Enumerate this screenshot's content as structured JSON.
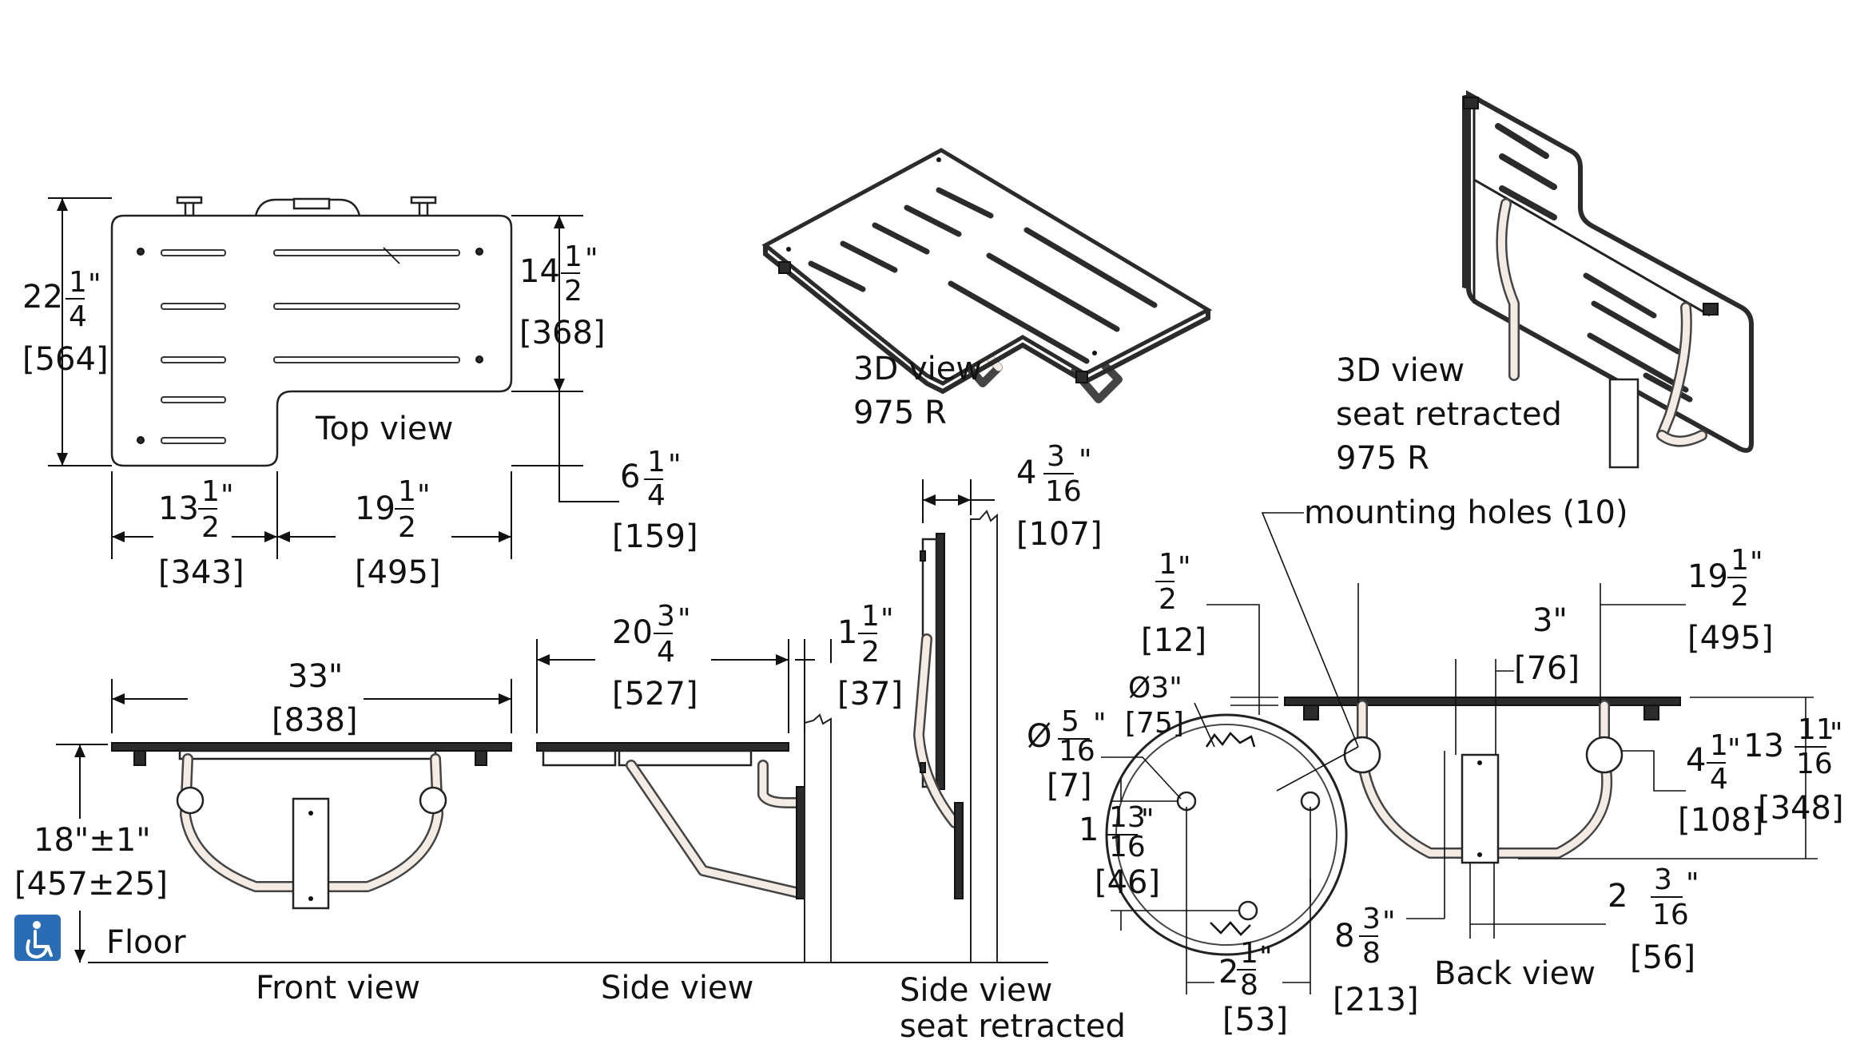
{
  "views": {
    "top_view": "Top view",
    "view_3d": "3D view",
    "view_3d_model": "975 R",
    "view_3d_retracted_line1": "3D view",
    "view_3d_retracted_line2": "seat retracted",
    "view_3d_retracted_line3": "975 R",
    "front_view": "Front view",
    "side_view": "Side view",
    "side_retracted_line1": "Side view",
    "side_retracted_line2": "seat retracted",
    "back_view": "Back view",
    "floor": "Floor",
    "mounting_holes": "mounting holes (10)"
  },
  "dimensions": {
    "depth_22": {
      "whole": "22",
      "num": "1",
      "den": "4",
      "unit": "\"",
      "mm": "[564]"
    },
    "depth_14": {
      "whole": "14",
      "num": "1",
      "den": "2",
      "unit": "\"",
      "mm": "[368]"
    },
    "notch_6": {
      "whole": "6",
      "num": "1",
      "den": "4",
      "unit": "\"",
      "mm": "[159]"
    },
    "width_13": {
      "whole": "13",
      "num": "1",
      "den": "2",
      "unit": "\"",
      "mm": "[343]"
    },
    "width_19_top": {
      "whole": "19",
      "num": "1",
      "den": "2",
      "unit": "\"",
      "mm": "[495]"
    },
    "thick_4": {
      "whole": "4",
      "num": "3",
      "den": "16",
      "unit": "\"",
      "mm": "[107]"
    },
    "width_33": {
      "text": "33\"",
      "mm": "[838]"
    },
    "height_18": {
      "text": "18\"±1\"",
      "mm": "[457±25]"
    },
    "depth_20": {
      "whole": "20",
      "num": "3",
      "den": "4",
      "unit": "\"",
      "mm": "[527]"
    },
    "wall_1": {
      "whole": "1",
      "num": "1",
      "den": "2",
      "unit": "\"",
      "mm": "[37]"
    },
    "half": {
      "num": "1",
      "den": "2",
      "unit": "\"",
      "mm": "[12]"
    },
    "dia_3": {
      "text": "Ø3\"",
      "mm": "[75]"
    },
    "dia_5": {
      "sym": "Ø",
      "num": "5",
      "den": "16",
      "unit": "\"",
      "mm": "[7]"
    },
    "hole_1": {
      "whole": "1",
      "num": "13",
      "den": "16",
      "unit": "\"",
      "mm": "[46]"
    },
    "hole_2": {
      "whole": "2",
      "num": "1",
      "den": "8",
      "unit": "\"",
      "mm": "[53]"
    },
    "back_8": {
      "whole": "8",
      "num": "3",
      "den": "8",
      "unit": "\"",
      "mm": "[213]"
    },
    "back_19": {
      "whole": "19",
      "num": "1",
      "den": "2",
      "unit": "\"",
      "mm": "[495]"
    },
    "back_3": {
      "text": "3\"",
      "mm": "[76]"
    },
    "back_4": {
      "whole": "4",
      "num": "1",
      "den": "4",
      "unit": "\"",
      "mm": "[108]"
    },
    "back_13": {
      "whole": "13",
      "num": "11",
      "den": "16",
      "unit": "\"",
      "mm": "[348]"
    },
    "back_2": {
      "whole": "2",
      "num": "3",
      "den": "16",
      "unit": "\"",
      "mm": "[56]"
    }
  },
  "colors": {
    "accessibility_badge": "#2a6db5",
    "tube": "#f4ece4",
    "seat_edge": "#2b2b2b"
  },
  "icons": {
    "accessibility": "wheelchair-icon"
  }
}
